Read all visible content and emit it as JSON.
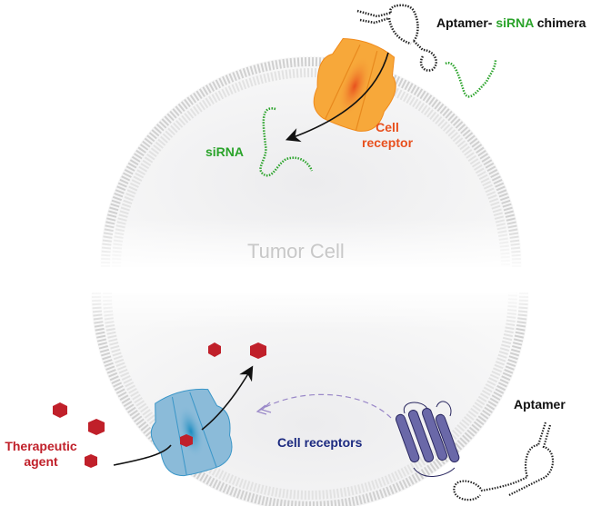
{
  "labels": {
    "chimera_prefix": "Aptamer-",
    "chimera_sirna": "siRNA",
    "chimera_suffix": "chimera",
    "cell_receptor_line1": "Cell",
    "cell_receptor_line2": "receptor",
    "sirna": "siRNA",
    "tumor_cell": "Tumor Cell",
    "therapeutic_line1": "Therapeutic",
    "therapeutic_line2": "agent",
    "cell_receptors": "Cell receptors",
    "aptamer": "Aptamer"
  },
  "colors": {
    "sirna_green": "#2aa32a",
    "receptor_orange": "#f7a83a",
    "receptor_label": "#e8501e",
    "drug_red": "#c0202a",
    "channel_blue": "#8bbbd9",
    "navy": "#1c2a80",
    "aptamer_purple": "#6a68a8",
    "tumor_gray": "#c8c8c8"
  }
}
